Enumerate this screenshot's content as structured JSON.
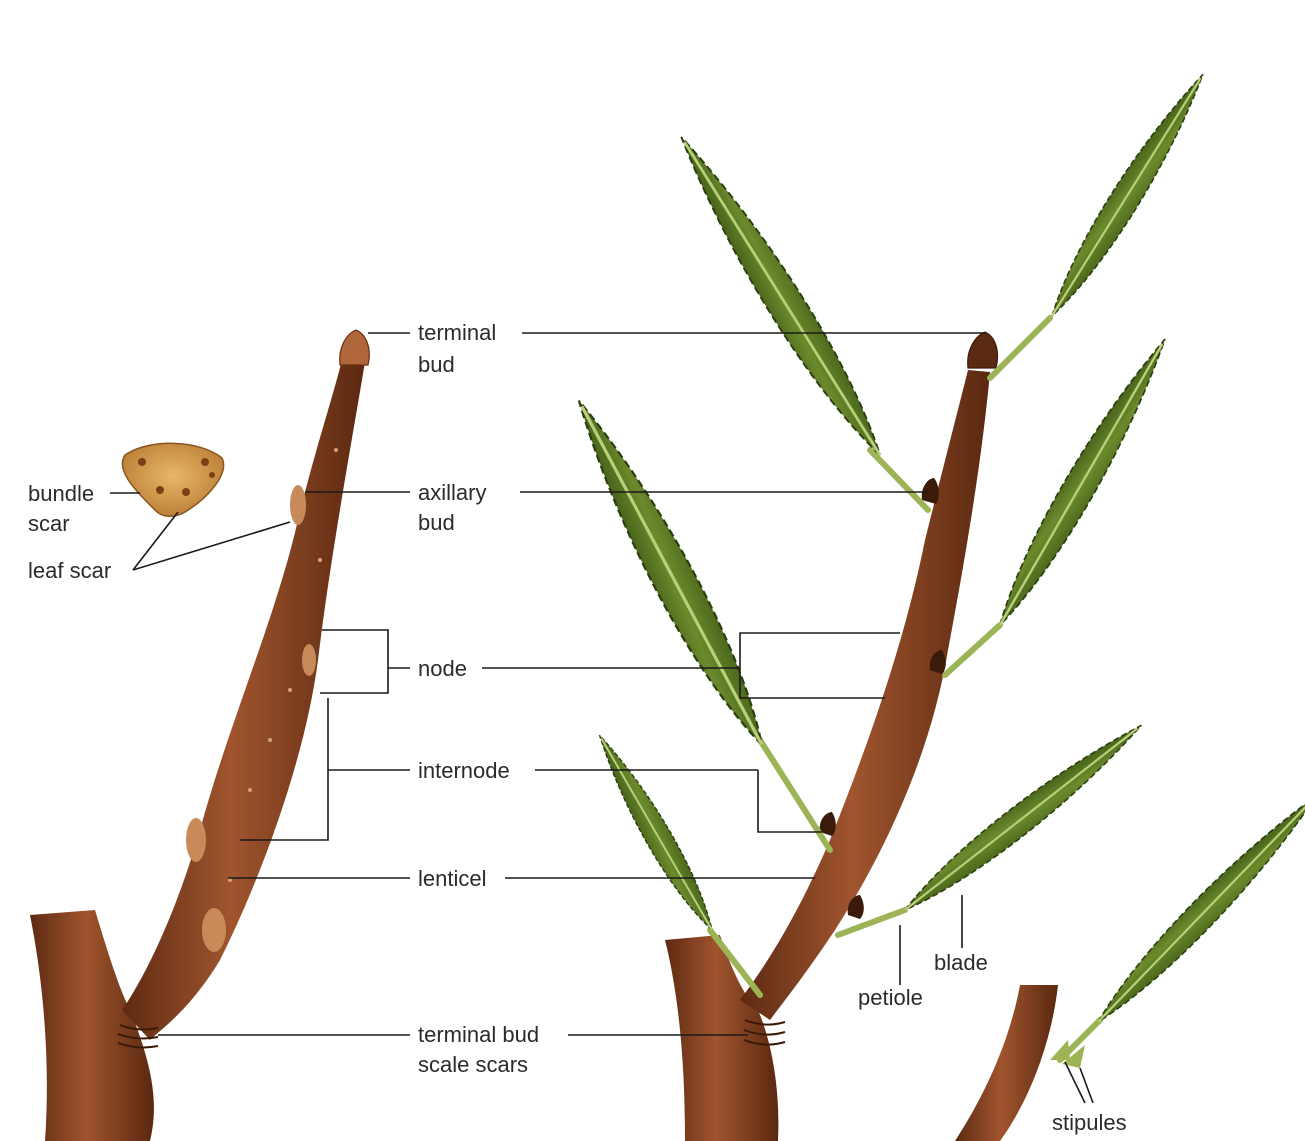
{
  "labels": {
    "terminal_bud": [
      "terminal",
      "bud"
    ],
    "axillary_bud": [
      "axillary",
      "bud"
    ],
    "node": "node",
    "internode": "internode",
    "lenticel": "lenticel",
    "terminal_bud_scale_scars": [
      "terminal bud",
      "scale scars"
    ],
    "bundle_scar": [
      "bundle",
      "scar"
    ],
    "leaf_scar": "leaf scar",
    "petiole": "petiole",
    "blade": "blade",
    "stipules": "stipules"
  },
  "colors": {
    "bark": "#7a3a1c",
    "bark_light": "#a0552e",
    "bud": "#c98a5a",
    "leaf_dark": "#3f5a17",
    "leaf_light": "#7f9a3a",
    "scar": "#d4a052",
    "leader_line": "#1a1a1a",
    "label_text": "#2b2b2b"
  }
}
